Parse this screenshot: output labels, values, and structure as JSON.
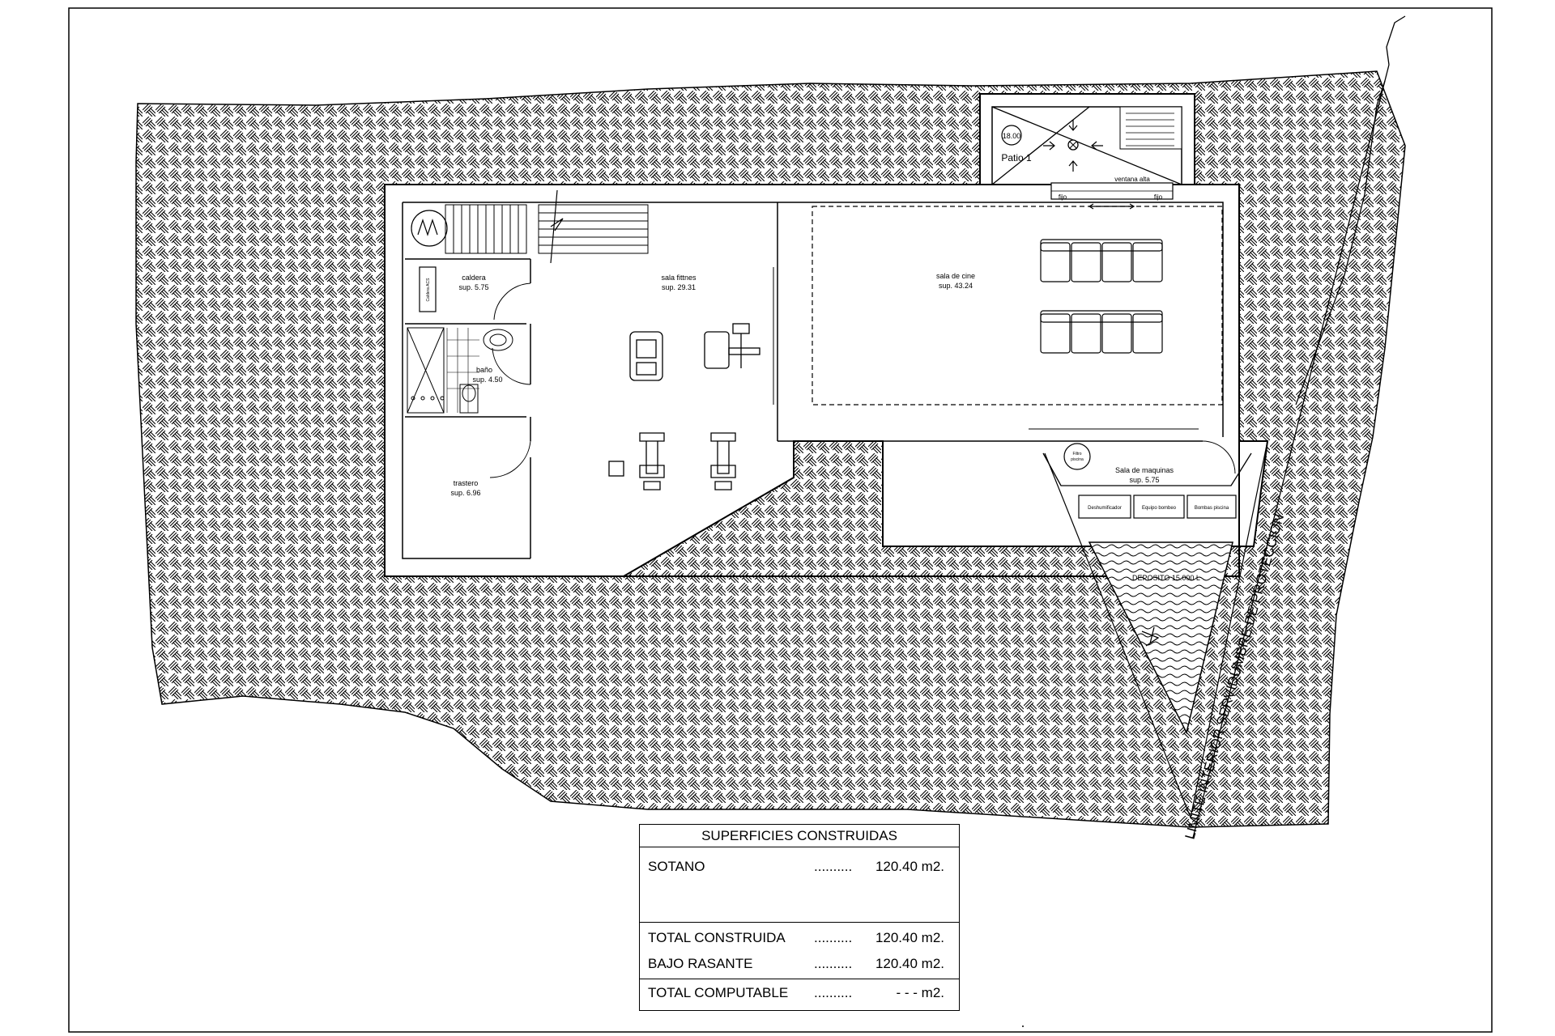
{
  "rooms": {
    "patio": {
      "level": "18.00",
      "name": "Patio 1"
    },
    "window": {
      "name": "ventana alta",
      "fixed_left": "fijo",
      "fixed_right": "fijo"
    },
    "caldera": {
      "name": "caldera",
      "area": "sup. 5.75",
      "equipment": "Caldera ACS"
    },
    "fitness": {
      "name": "sala fittnes",
      "area": "sup. 29.31"
    },
    "cine": {
      "name": "sala de cine",
      "area": "sup. 43.24"
    },
    "bano": {
      "name": "baño",
      "area": "sup. 4.50"
    },
    "trastero": {
      "name": "trastero",
      "area": "sup. 6.96"
    },
    "maquinas": {
      "name": "Sala de maquinas",
      "area": "sup. 5.75",
      "filter": [
        "Filtro",
        "piscina"
      ],
      "equipment": [
        "Deshumificador",
        "Equipo bombeo",
        "Bombas piscina"
      ]
    },
    "deposito": {
      "name": "DEPOSITO 15.000 L"
    }
  },
  "boundary_label": "LIMITE INTERIOR SERVIDUMBRE DE PROTECCION",
  "table": {
    "title": "SUPERFICIES CONSTRUIDAS",
    "rows": [
      {
        "label": "SOTANO",
        "dots": "..........",
        "value": "120.40 m2."
      },
      {
        "label": "TOTAL CONSTRUIDA",
        "dots": "..........",
        "value": "120.40 m2."
      },
      {
        "label": "BAJO RASANTE",
        "dots": "..........",
        "value": "120.40 m2."
      },
      {
        "label": "TOTAL COMPUTABLE",
        "dots": "..........",
        "value": "- - - m2."
      }
    ]
  }
}
